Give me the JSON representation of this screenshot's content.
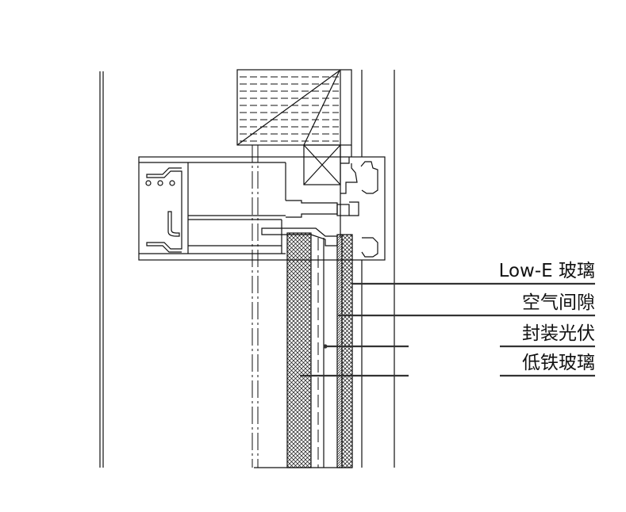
{
  "diagram": {
    "labels": [
      {
        "id": "low-e-glass",
        "text": "Low-E 玻璃"
      },
      {
        "id": "air-gap",
        "text": "空气间隙"
      },
      {
        "id": "encapsulated-pv",
        "text": "封装光伏"
      },
      {
        "id": "low-iron-glass",
        "text": "低铁玻璃"
      }
    ],
    "colors": {
      "line": "#111111",
      "background": "#ffffff"
    }
  }
}
